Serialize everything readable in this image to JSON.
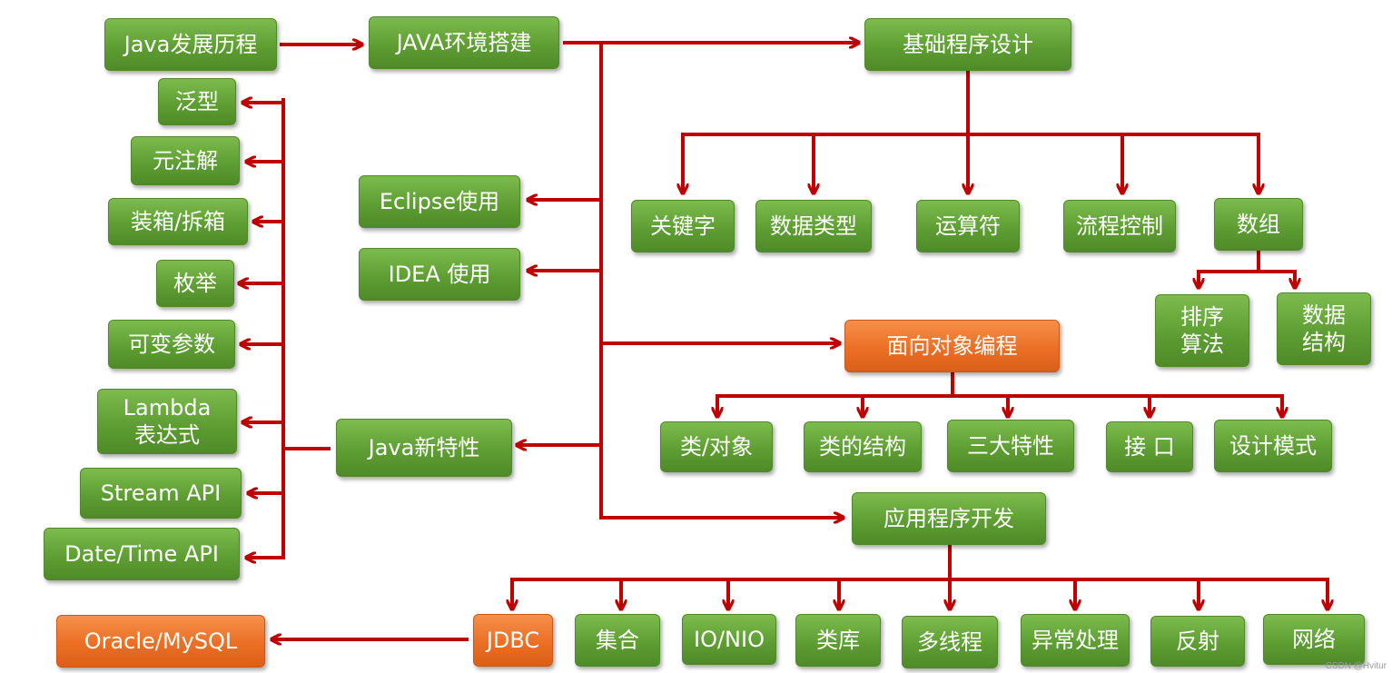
{
  "nodes": {
    "java_history": "Java发展历程",
    "java_env": "JAVA环境搭建",
    "basic_programming": "基础程序设计",
    "keywords": "关键字",
    "data_types": "数据类型",
    "operators": "运算符",
    "flow_control": "流程控制",
    "arrays": "数组",
    "sort_algorithms": "排序\n算法",
    "data_structures": "数据\n结构",
    "eclipse": "Eclipse使用",
    "idea": "IDEA 使用",
    "oop": "面向对象编程",
    "class_object": "类/对象",
    "class_structure": "类的结构",
    "three_features": "三大特性",
    "interface": "接 口",
    "design_patterns": "设计模式",
    "java_new_features": "Java新特性",
    "generics": "泛型",
    "annotations": "元注解",
    "boxing": "装箱/拆箱",
    "enums": "枚举",
    "varargs": "可变参数",
    "lambda": "Lambda\n表达式",
    "stream_api": "Stream API",
    "datetime_api": "Date/Time API",
    "app_dev": "应用程序开发",
    "jdbc": "JDBC",
    "collections": "集合",
    "io_nio": "IO/NIO",
    "class_library": "类库",
    "multithreading": "多线程",
    "exceptions": "异常处理",
    "reflection": "反射",
    "networking": "网络",
    "database": "Oracle/MySQL"
  },
  "watermark": "CSDN @Hvitur",
  "colors": {
    "node_green": "#5e9e33",
    "node_orange": "#ec6f25",
    "connector_red": "#c00000"
  }
}
